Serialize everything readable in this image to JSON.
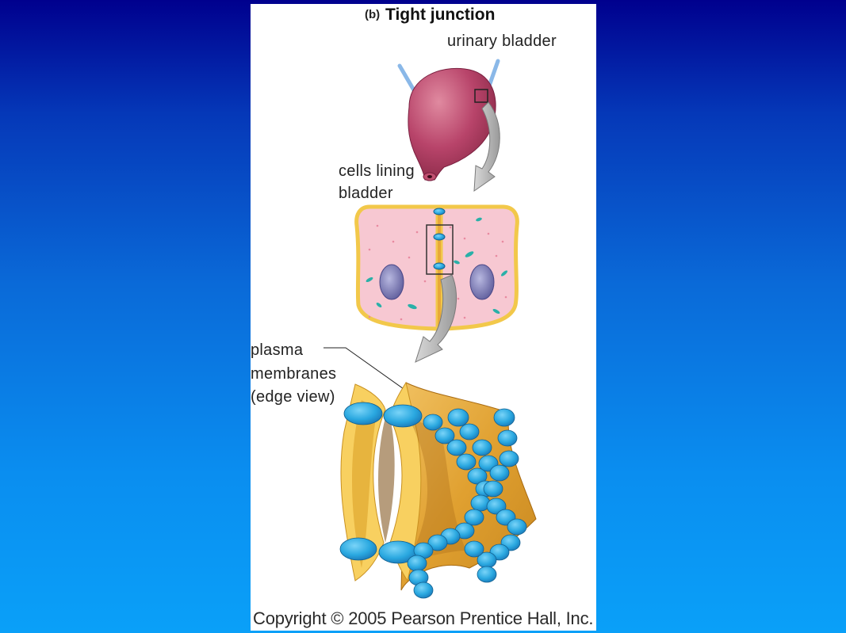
{
  "figure": {
    "letter": "(b)",
    "title": "Tight junction"
  },
  "labels": {
    "urinary_bladder": "urinary bladder",
    "cells_lining_line1": "cells lining",
    "cells_lining_line2": "bladder",
    "plasma_line1": "plasma",
    "plasma_line2": "membranes",
    "plasma_line3": "(edge view)"
  },
  "copyright": "Copyright © 2005 Pearson Prentice Hall, Inc.",
  "colors": {
    "background_top": "#00008e",
    "background_bottom": "#0aa0f8",
    "bladder": "#b03a5a",
    "cell_fill": "#f7c8d2",
    "cell_border": "#f2c84a",
    "nucleus": "#7a78b8",
    "junction_protein": "#2aa8e0",
    "membrane": "#e8a838"
  }
}
